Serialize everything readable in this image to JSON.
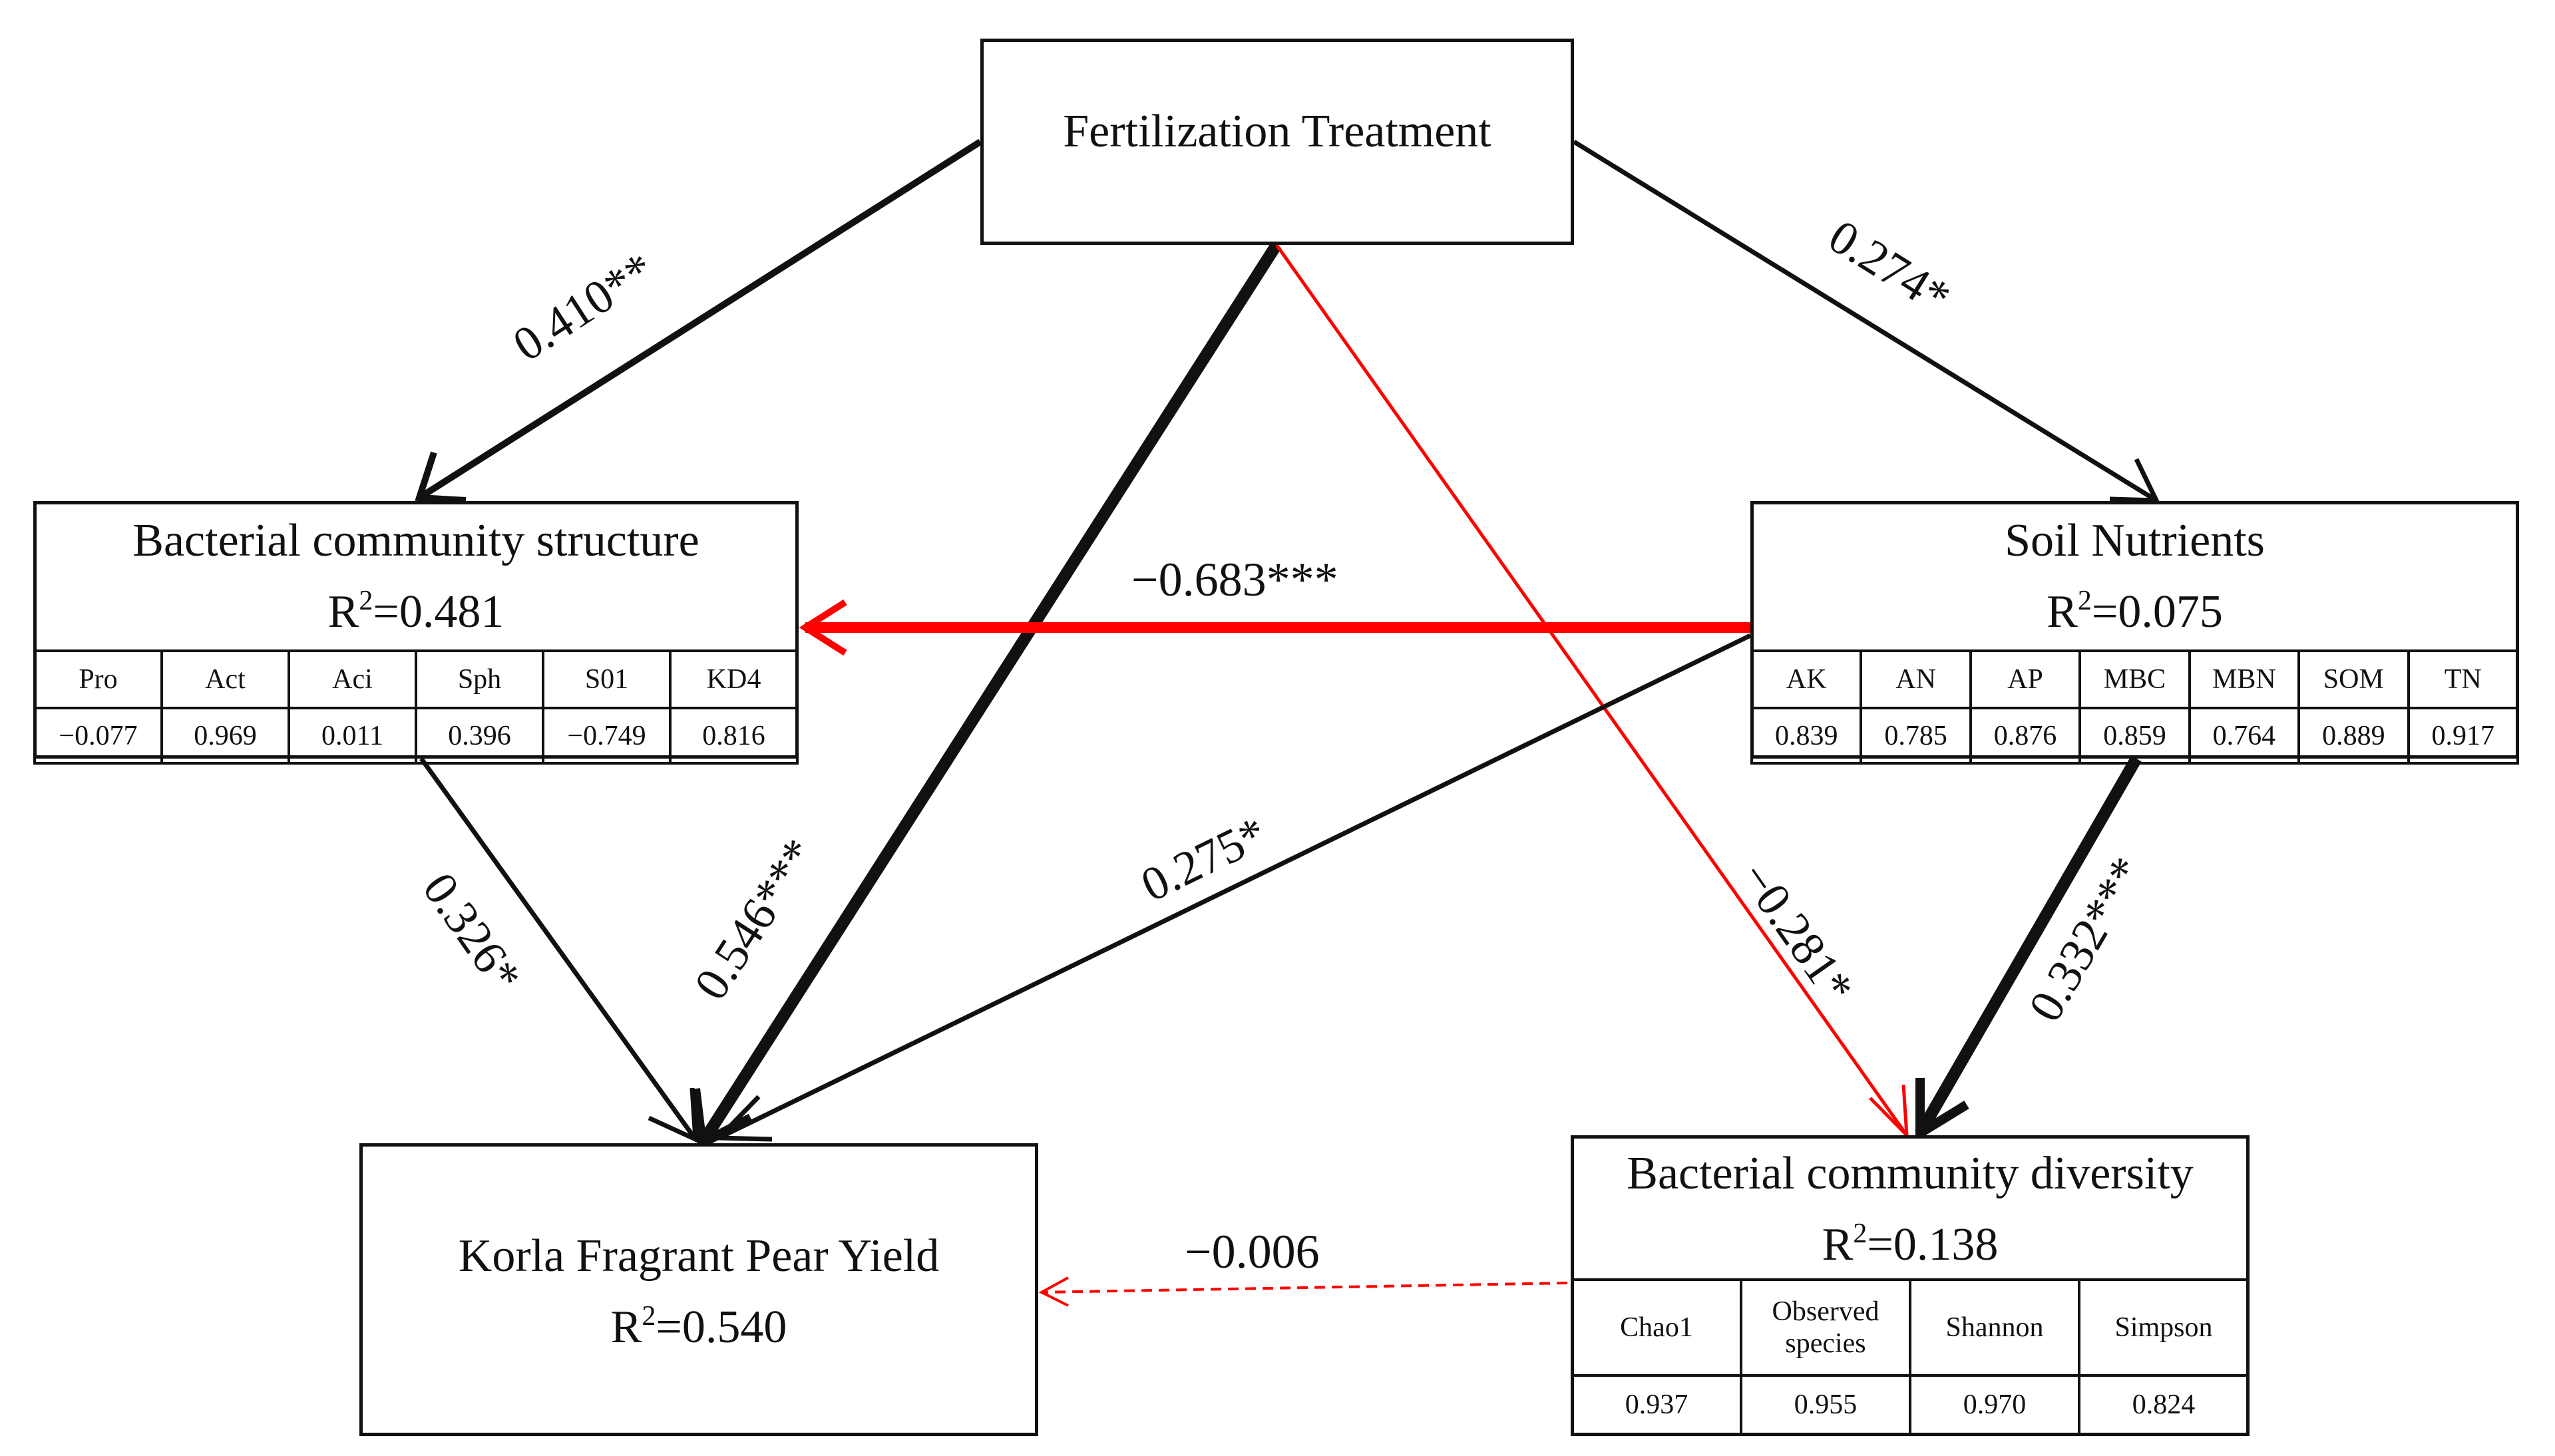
{
  "nodes": {
    "fertilization": {
      "title": "Fertilization Treatment"
    },
    "structure": {
      "title": "Bacterial community structure",
      "r2_prefix": "R",
      "r2_sup": "2",
      "r2_value": "=0.481",
      "headers": [
        "Pro",
        "Act",
        "Aci",
        "Sph",
        "S01",
        "KD4"
      ],
      "values": [
        "−0.077",
        "0.969",
        "0.011",
        "0.396",
        "−0.749",
        "0.816"
      ]
    },
    "nutrients": {
      "title": "Soil Nutrients",
      "r2_prefix": "R",
      "r2_sup": "2",
      "r2_value": "=0.075",
      "headers": [
        "AK",
        "AN",
        "AP",
        "MBC",
        "MBN",
        "SOM",
        "TN"
      ],
      "values": [
        "0.839",
        "0.785",
        "0.876",
        "0.859",
        "0.764",
        "0.889",
        "0.917"
      ]
    },
    "yield": {
      "title": "Korla Fragrant Pear Yield",
      "r2_prefix": "R",
      "r2_sup": "2",
      "r2_value": "=0.540"
    },
    "diversity": {
      "title": "Bacterial community diversity",
      "r2_prefix": "R",
      "r2_sup": "2",
      "r2_value": "=0.138",
      "headers": [
        "Chao1",
        "Observed species",
        "Shannon",
        "Simpson"
      ],
      "values": [
        "0.937",
        "0.955",
        "0.970",
        "0.824"
      ]
    }
  },
  "paths": [
    {
      "from": "Fertilization Treatment",
      "to": "Bacterial community structure",
      "coefficient": "0.410**",
      "color": "#111111",
      "style": "solid"
    },
    {
      "from": "Fertilization Treatment",
      "to": "Soil Nutrients",
      "coefficient": "0.274*",
      "color": "#111111",
      "style": "solid"
    },
    {
      "from": "Fertilization Treatment",
      "to": "Korla Fragrant Pear Yield",
      "coefficient": "0.546***",
      "color": "#111111",
      "style": "solid"
    },
    {
      "from": "Fertilization Treatment",
      "to": "Bacterial community diversity",
      "coefficient": "−0.281*",
      "color": "#ff0000",
      "style": "solid"
    },
    {
      "from": "Soil Nutrients",
      "to": "Bacterial community structure",
      "coefficient": "−0.683***",
      "color": "#ff0000",
      "style": "solid"
    },
    {
      "from": "Soil Nutrients",
      "to": "Korla Fragrant Pear Yield",
      "coefficient": "0.275*",
      "color": "#111111",
      "style": "solid"
    },
    {
      "from": "Soil Nutrients",
      "to": "Bacterial community diversity",
      "coefficient": "0.332***",
      "color": "#111111",
      "style": "solid"
    },
    {
      "from": "Bacterial community structure",
      "to": "Korla Fragrant Pear Yield",
      "coefficient": "0.326*",
      "color": "#111111",
      "style": "solid"
    },
    {
      "from": "Bacterial community diversity",
      "to": "Korla Fragrant Pear Yield",
      "coefficient": "−0.006",
      "color": "#ff0000",
      "style": "dashed"
    }
  ]
}
